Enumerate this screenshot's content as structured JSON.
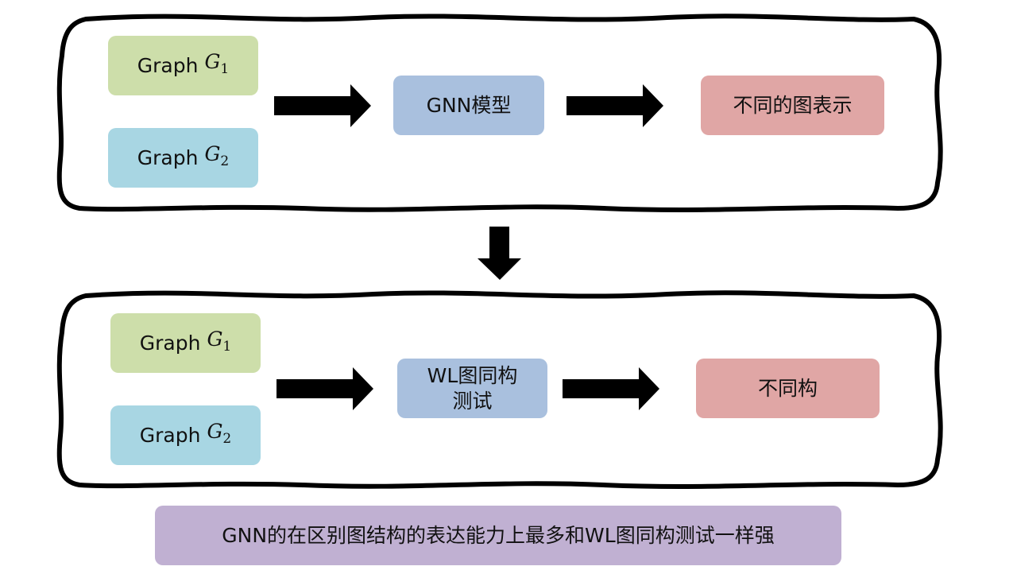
{
  "top_panel": {
    "graph1": {
      "label": "Graph",
      "var": "G",
      "sub": "1"
    },
    "graph2": {
      "label": "Graph",
      "var": "G",
      "sub": "2"
    },
    "model": {
      "label": "GNN模型"
    },
    "output": {
      "label": "不同的图表示"
    }
  },
  "bottom_panel": {
    "graph1": {
      "label": "Graph",
      "var": "G",
      "sub": "1"
    },
    "graph2": {
      "label": "Graph",
      "var": "G",
      "sub": "2"
    },
    "model": {
      "line1": "WL图同构",
      "line2": "测试"
    },
    "output": {
      "label": "不同构"
    }
  },
  "summary": {
    "text": "GNN的在区别图结构的表达能力上最多和WL图同构测试一样强"
  },
  "colors": {
    "graph1": "#cddeaa",
    "graph2": "#a8d6e3",
    "model": "#a9c0de",
    "output": "#e0a6a5",
    "summary": "#c0b0d2",
    "arrow": "#000000"
  }
}
